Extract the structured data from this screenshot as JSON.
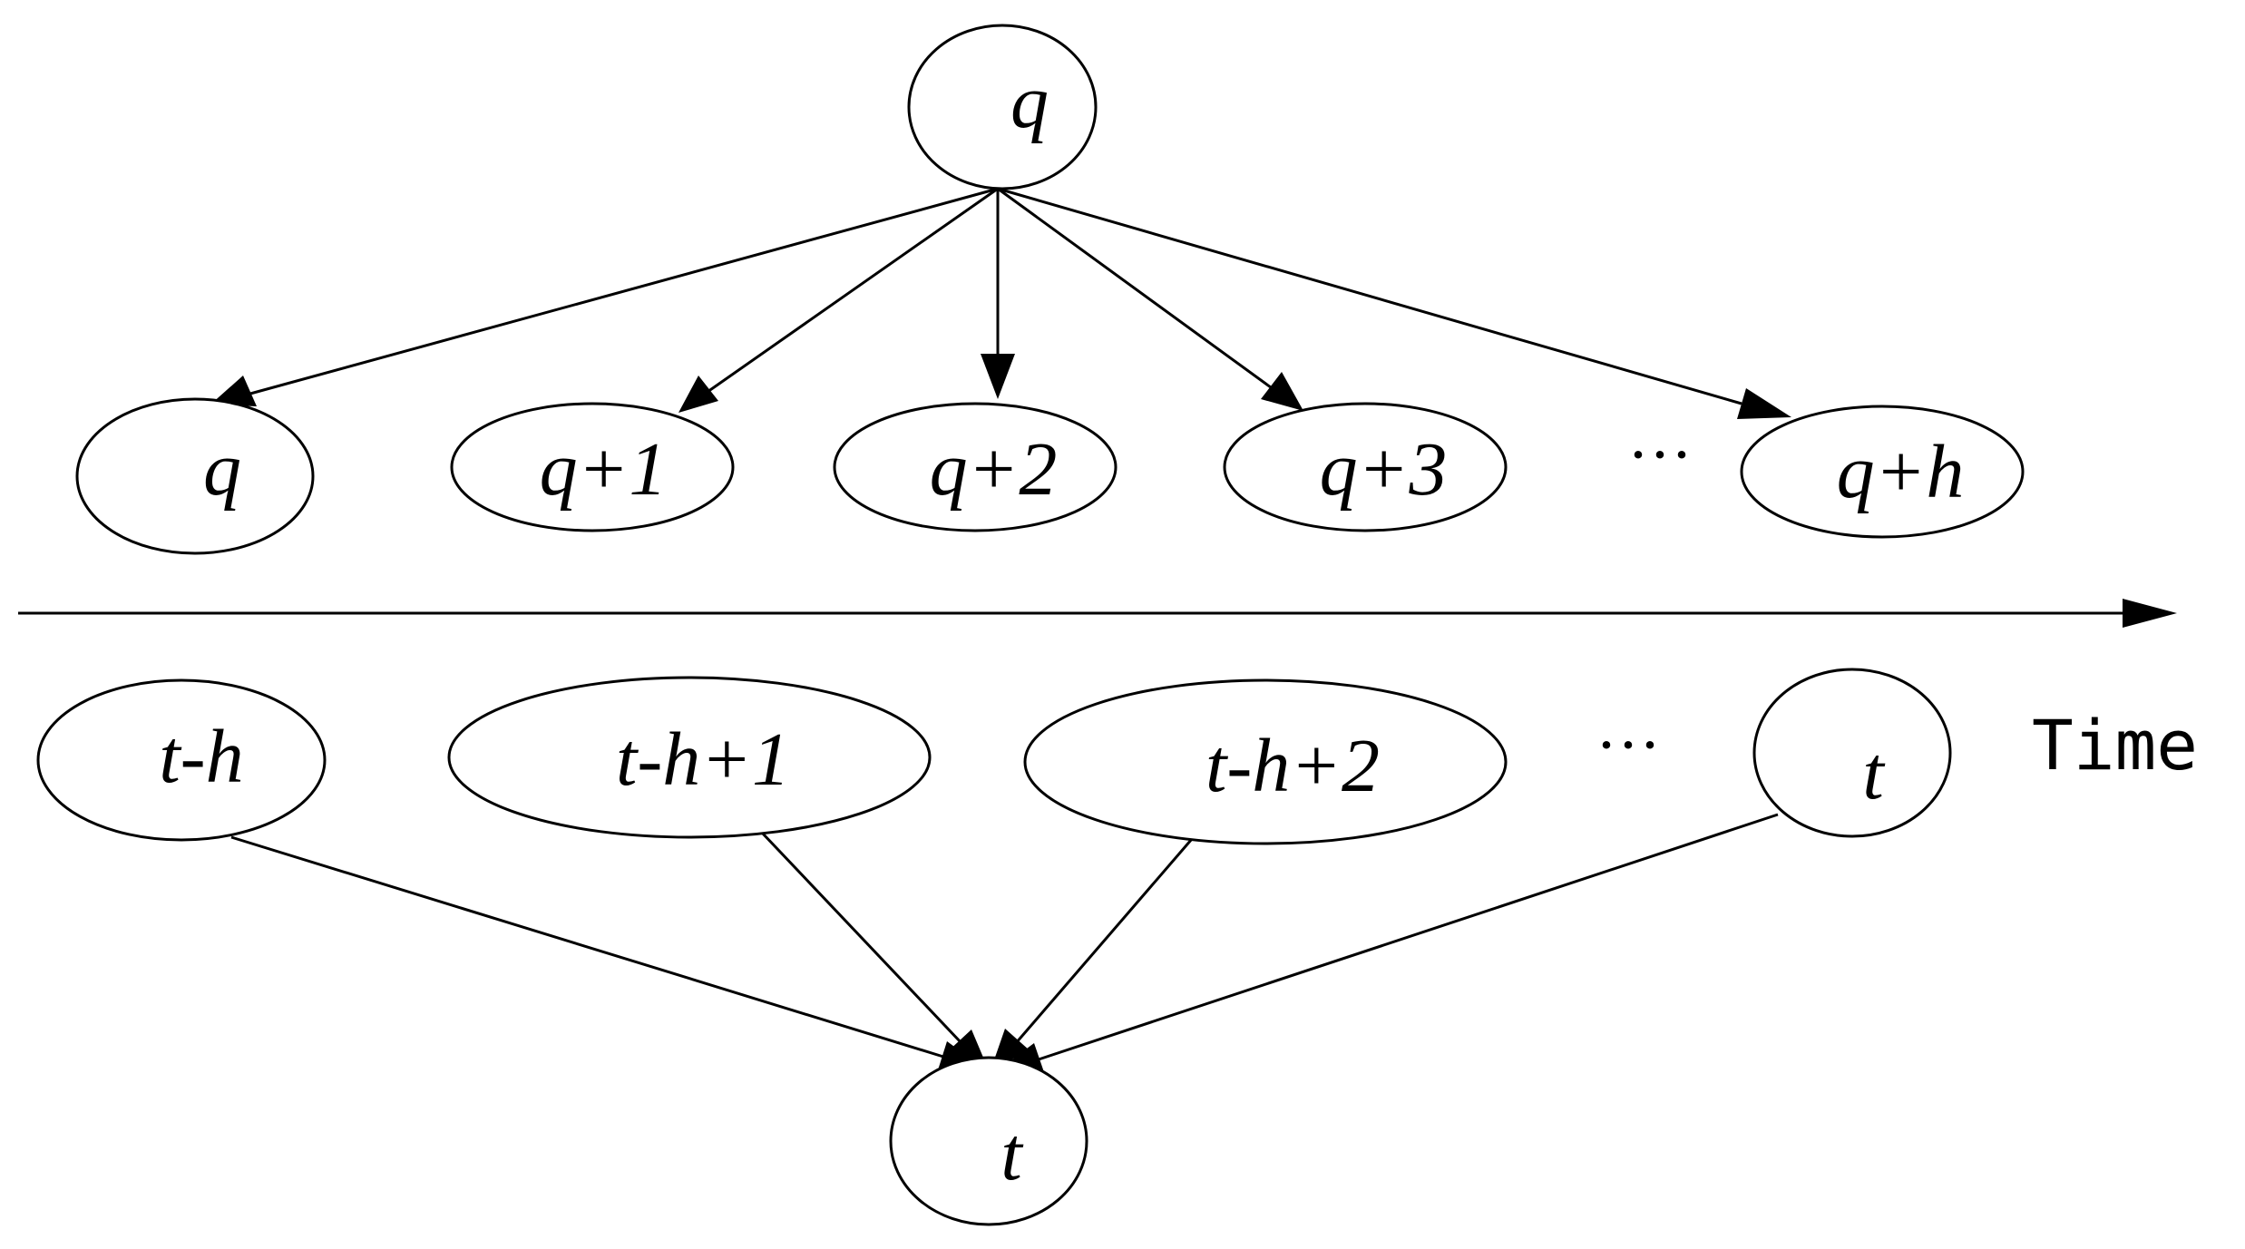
{
  "diagram": {
    "top_node": "q",
    "target_nodes": [
      "q",
      "q+1",
      "q+2",
      "q+3",
      "q+h"
    ],
    "top_ellipsis": "···",
    "time_axis_label": "Time",
    "source_nodes": [
      "t-h",
      "t-h+1",
      "t-h+2",
      "t"
    ],
    "bottom_ellipsis": "···",
    "bottom_node": "t"
  }
}
